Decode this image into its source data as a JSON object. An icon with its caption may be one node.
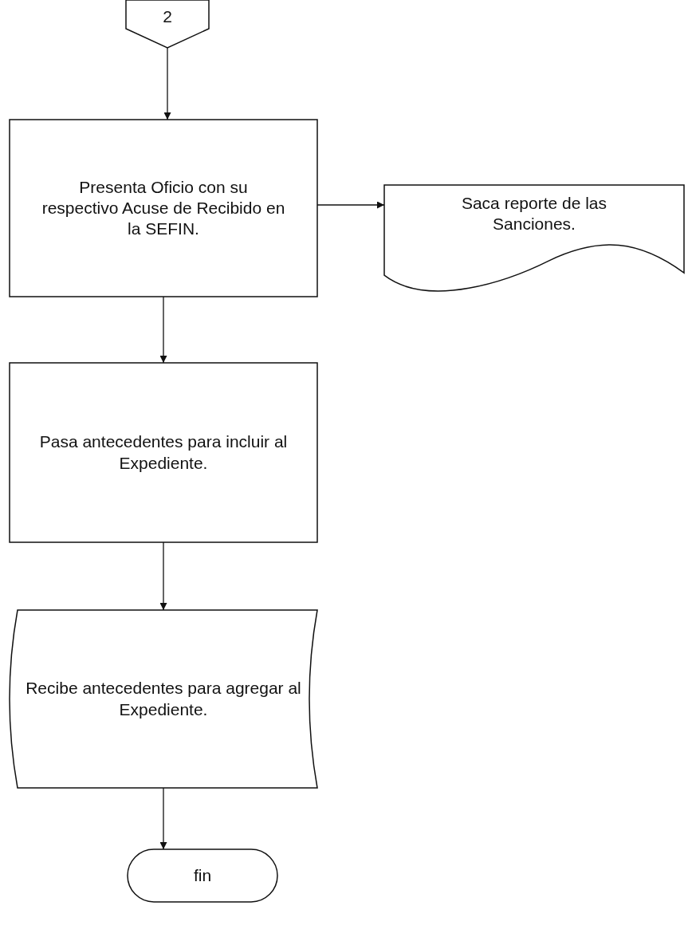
{
  "diagram": {
    "nodes": [
      {
        "text": [
          "2"
        ]
      },
      {
        "text": [
          "Presenta Oficio con su respectivo Acuse de Recibido en la SEFIN."
        ]
      },
      {
        "text": [
          "Saca reporte de las Sanciones."
        ]
      },
      {
        "text": [
          "Pasa antecedentes para incluir al Expediente."
        ]
      },
      {
        "text": [
          "Recibe antecedentes para agregar al Expediente."
        ]
      },
      {
        "text": [
          "fin"
        ]
      }
    ],
    "edges": [
      {
        "from": 0,
        "to": 1,
        "arrow": "to"
      },
      {
        "from": 1,
        "to": 2,
        "arrow": "to"
      },
      {
        "from": 1,
        "to": 3,
        "arrow": "to"
      },
      {
        "from": 3,
        "to": 4,
        "arrow": "to"
      },
      {
        "from": 4,
        "to": 5,
        "arrow": "to"
      }
    ]
  }
}
